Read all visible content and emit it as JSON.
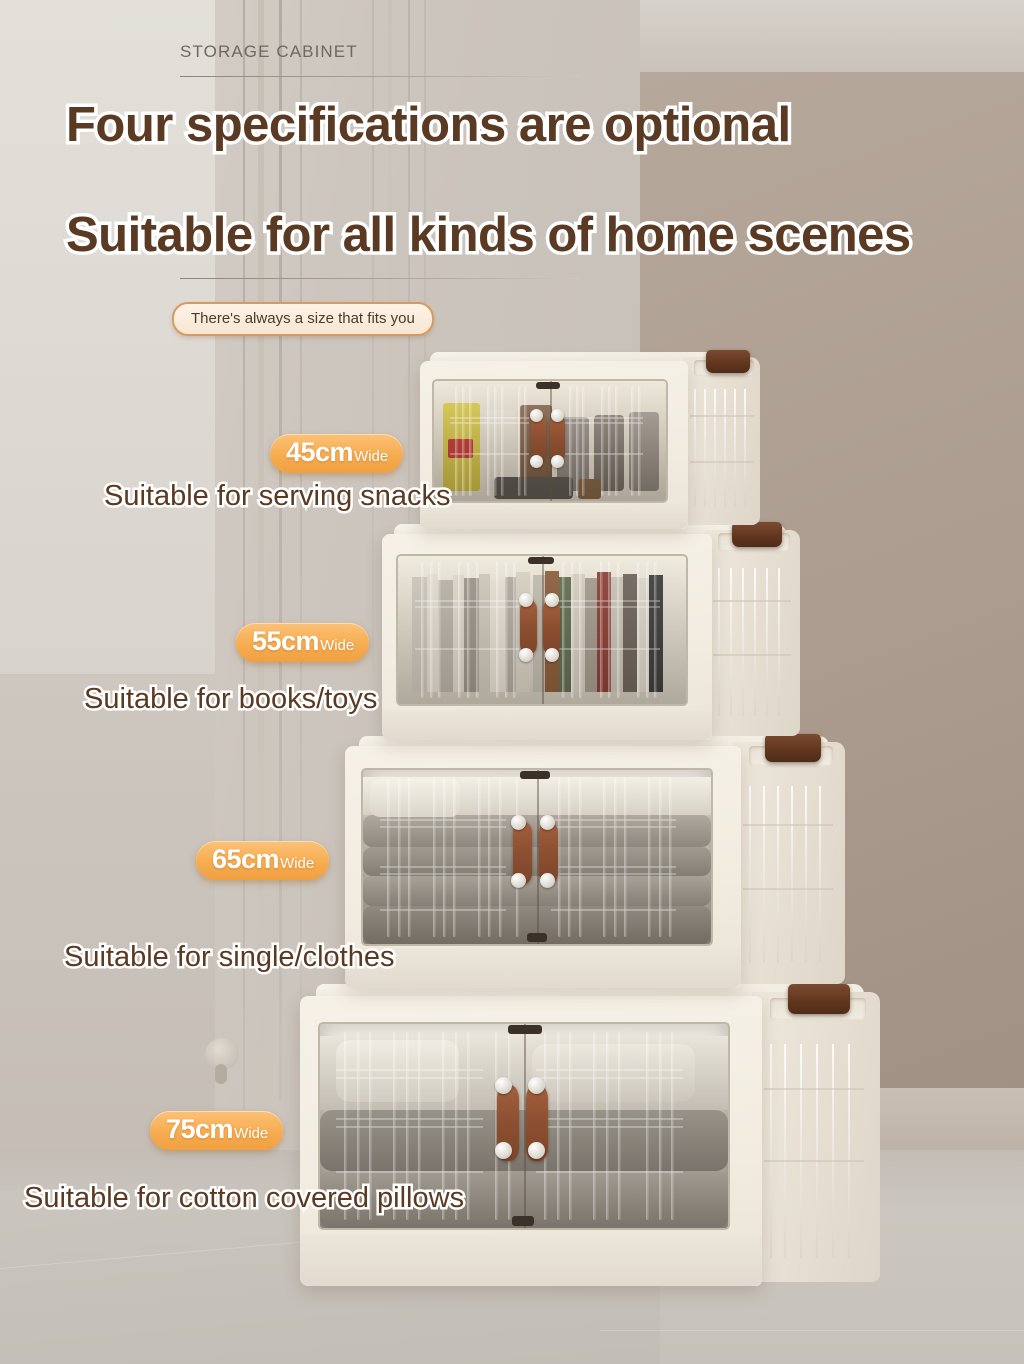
{
  "header": {
    "kicker": "STORAGE CABINET",
    "headline_line1": "Four specifications are optional",
    "headline_line2": "Suitable for all kinds of home scenes",
    "tagline": "There's always a size that fits you"
  },
  "colors": {
    "headline_brown": "#5a3a22",
    "badge_orange": "#f7ad52",
    "tagline_border": "#d99a62",
    "box_cream": "#f4eee3",
    "handle_brown": "#63371f",
    "strap_brown": "#8d4f31"
  },
  "products": [
    {
      "id": "box-45",
      "size_number": "45cm",
      "size_unit": "Wide",
      "caption": "Suitable for serving snacks",
      "contents": "snacks"
    },
    {
      "id": "box-55",
      "size_number": "55cm",
      "size_unit": "Wide",
      "caption": "Suitable for books/toys",
      "contents": "books"
    },
    {
      "id": "box-65",
      "size_number": "65cm",
      "size_unit": "Wide",
      "caption": "Suitable for single/clothes",
      "contents": "folded clothes"
    },
    {
      "id": "box-75",
      "size_number": "75cm",
      "size_unit": "Wide",
      "caption": "Suitable for cotton covered pillows",
      "contents": "pillows"
    }
  ]
}
